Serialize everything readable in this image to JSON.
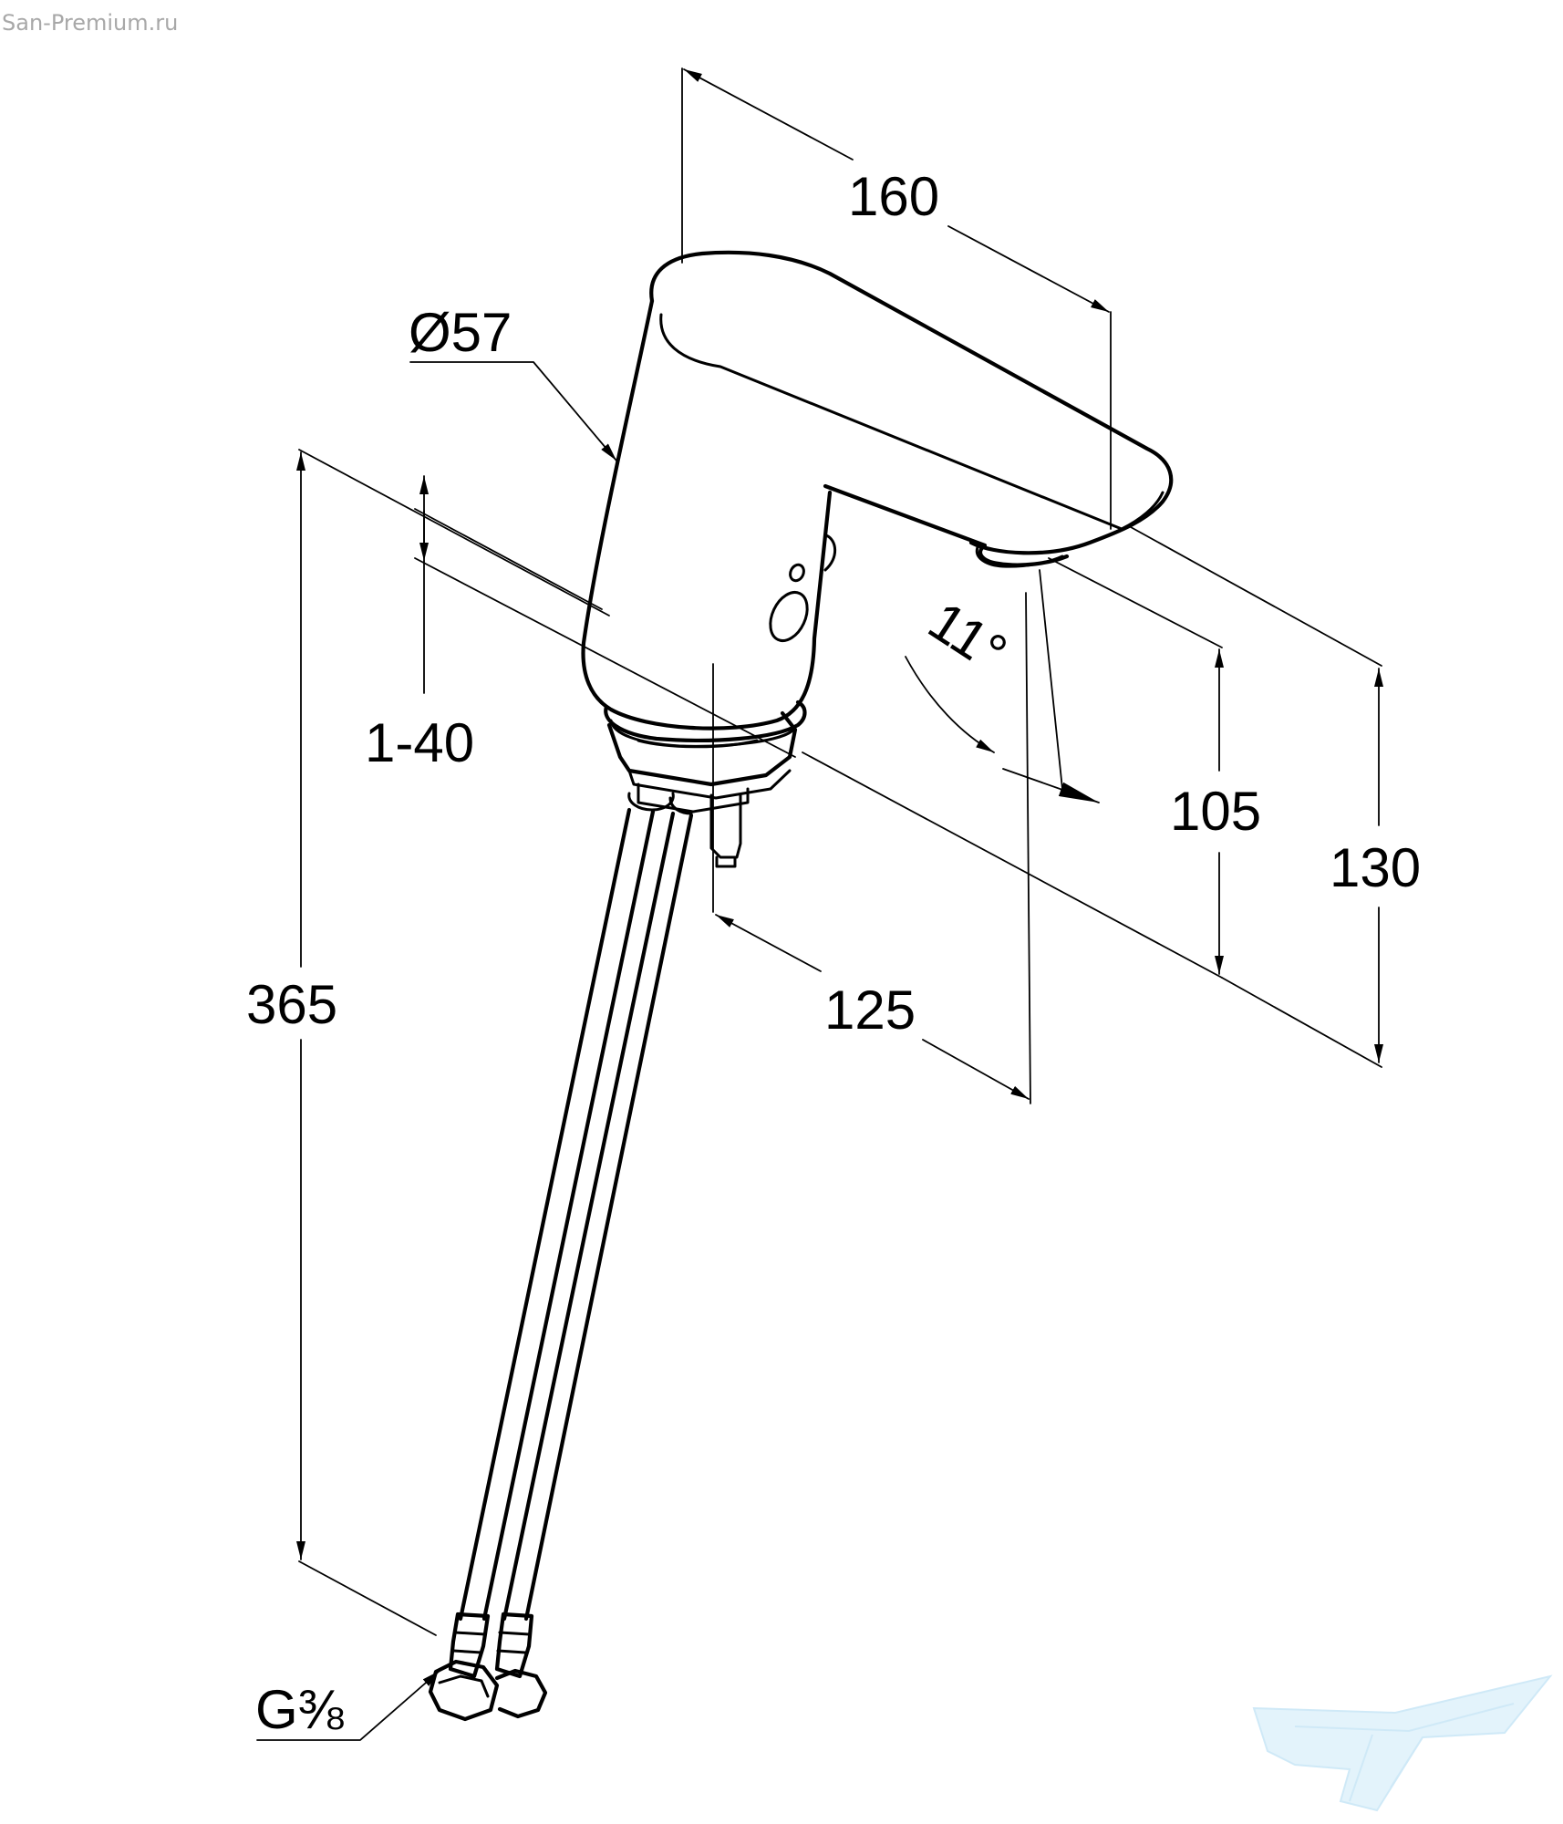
{
  "watermark": "San-Premium.ru",
  "logo": "san-premium-bathtub-logo",
  "dimensions": {
    "spout_length": "160",
    "body_diameter": "Ø57",
    "deck_thickness": "1-40",
    "spout_angle": "11°",
    "spout_outlet_height": "105",
    "overall_height": "130",
    "hose_length": "365",
    "spout_projection": "125",
    "connection_thread": "G⅜"
  },
  "colors": {
    "line": "#000000",
    "background": "#ffffff",
    "watermark": "#a8a8a8",
    "logo": "#a9d8f2"
  }
}
